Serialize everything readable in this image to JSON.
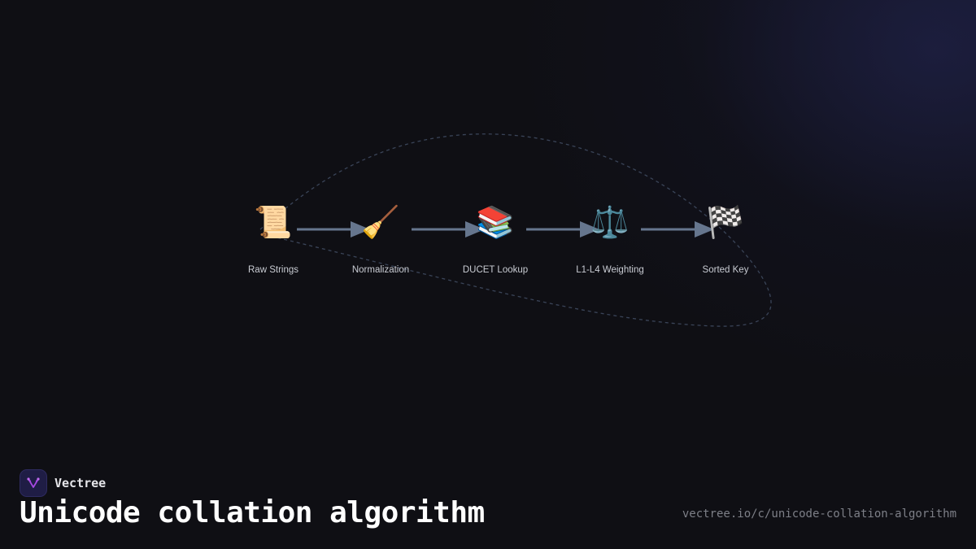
{
  "diagram": {
    "type": "pipeline-flow",
    "nodes": [
      {
        "id": "raw",
        "icon": "scroll-icon",
        "emoji": "📜",
        "label": "Raw Strings"
      },
      {
        "id": "norm",
        "icon": "broom-icon",
        "emoji": "🧹",
        "label": "Normalization"
      },
      {
        "id": "ducet",
        "icon": "books-icon",
        "emoji": "📚",
        "label": "DUCET Lookup"
      },
      {
        "id": "weight",
        "icon": "scales-icon",
        "emoji": "⚖️",
        "label": "L1-L4 Weighting"
      },
      {
        "id": "sorted",
        "icon": "checkered-flag-icon",
        "emoji": "🏁",
        "label": "Sorted Key"
      }
    ],
    "edges": [
      {
        "from": "raw",
        "to": "norm"
      },
      {
        "from": "norm",
        "to": "ducet"
      },
      {
        "from": "ducet",
        "to": "weight"
      },
      {
        "from": "weight",
        "to": "sorted"
      }
    ],
    "edge_color": "#66768e",
    "loop_color": "#3a4458"
  },
  "brand": {
    "name": "Vectree",
    "logo_color": "#a548e0"
  },
  "page": {
    "title": "Unicode collation algorithm",
    "url": "vectree.io/c/unicode-collation-algorithm"
  }
}
